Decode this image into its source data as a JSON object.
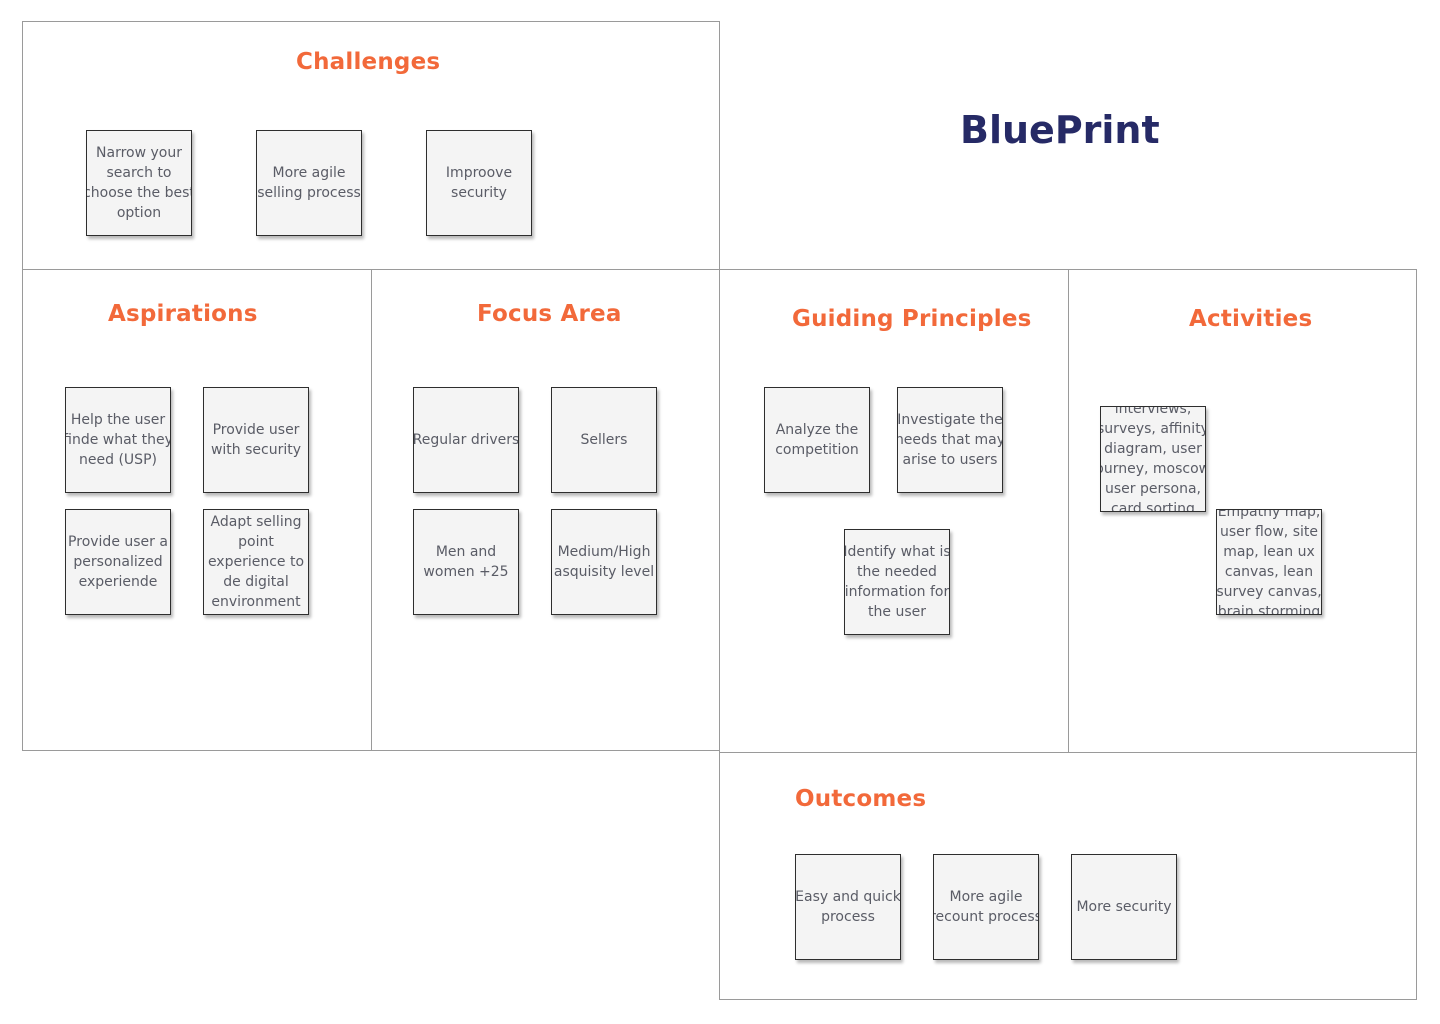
{
  "board": {
    "title": "BluePrint",
    "colors": {
      "section_title": "#f2693a",
      "board_title": "#262a66",
      "note_background": "#f4f4f4",
      "note_text": "#5a5c66",
      "panel_border": "#9a9a9a"
    }
  },
  "challenges": {
    "title": "Challenges",
    "notes": [
      "Narrow your search to choose the best option",
      "More agile selling process",
      "Improove security"
    ]
  },
  "aspirations": {
    "title": "Aspirations",
    "notes": [
      "Help the user finde what they need (USP)",
      "Provide user with security",
      "Provide user a personalized experiende",
      "Adapt selling point experience to de digital environment"
    ]
  },
  "focus_area": {
    "title": "Focus Area",
    "notes": [
      "Regular drivers",
      "Sellers",
      "Men and women +25",
      "Medium/High asquisity level"
    ]
  },
  "guiding_principles": {
    "title": "Guiding Principles",
    "notes": [
      "Analyze the competition",
      "Investigate the needs that may arise to users",
      "Identify what is the needed information for the user"
    ]
  },
  "activities": {
    "title": "Activities",
    "notes": [
      "interviews, surveys, affinity diagram, user journey, moscow, user persona, card sorting",
      "Empathy map, user flow, site map, lean ux canvas, lean survey canvas, brain storming"
    ]
  },
  "outcomes": {
    "title": "Outcomes",
    "notes": [
      "Easy and quick process",
      "More agile recount process",
      "More security"
    ]
  }
}
